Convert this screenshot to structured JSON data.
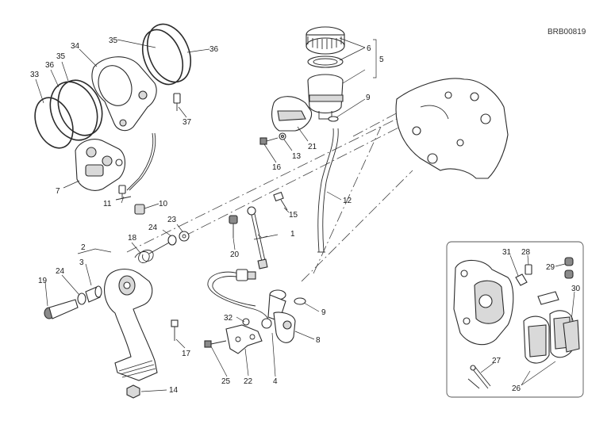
{
  "diagram_code": "BRB00819",
  "callouts": {
    "c1": "1",
    "c2": "2",
    "c3": "3",
    "c4": "4",
    "c5": "5",
    "c6": "6",
    "c7": "7",
    "c8": "8",
    "c9a": "9",
    "c9b": "9",
    "c10": "10",
    "c11": "11",
    "c12": "12",
    "c13": "13",
    "c14": "14",
    "c15": "15",
    "c16": "16",
    "c17": "17",
    "c18": "18",
    "c19": "19",
    "c20": "20",
    "c21": "21",
    "c22": "22",
    "c23": "23",
    "c24a": "24",
    "c24b": "24",
    "c25": "25",
    "c26": "26",
    "c27": "27",
    "c28": "28",
    "c29": "29",
    "c30": "30",
    "c31": "31",
    "c32": "32",
    "c33": "33",
    "c34": "34",
    "c35a": "35",
    "c35b": "35",
    "c36a": "36",
    "c36b": "36",
    "c37": "37"
  }
}
